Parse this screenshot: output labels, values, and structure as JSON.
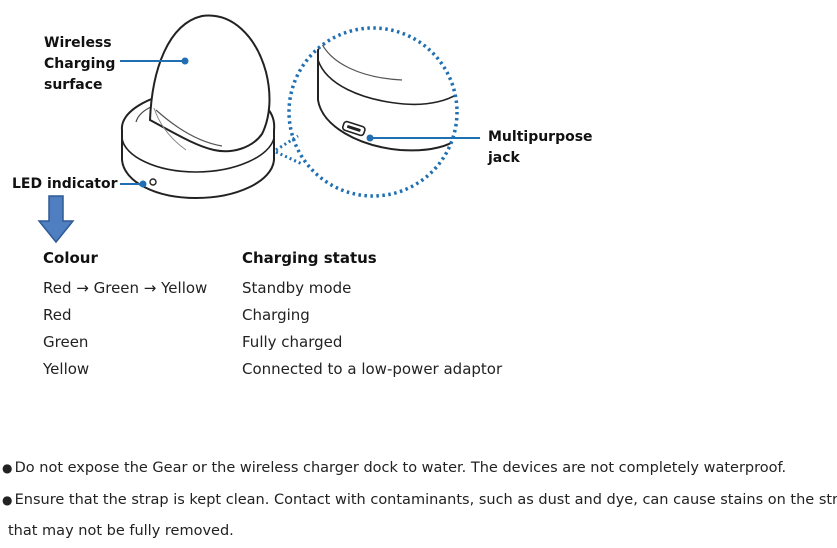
{
  "callouts": {
    "wireless_charging_surface": [
      "Wireless",
      "Charging",
      "surface"
    ],
    "led_indicator": "LED indicator",
    "multipurpose_jack": [
      "Multipurpose",
      "jack"
    ]
  },
  "table": {
    "headers": [
      "Colour",
      "Charging status"
    ],
    "rows": [
      [
        "Red → Green → Yellow",
        "Standby mode"
      ],
      [
        "Red",
        "Charging"
      ],
      [
        "Green",
        "Fully charged"
      ],
      [
        "Yellow",
        "Connected to a low-power adaptor"
      ]
    ]
  },
  "notes": [
    "Do not expose the Gear or the wireless charger dock to water. The devices are not completely waterproof.",
    "Ensure that the strap is kept clean. Contact with contaminants, such as dust and dye, can cause stains on the strap",
    "that may not be fully removed."
  ],
  "colors": {
    "callout_line": "#1f6fb2",
    "zoom_dots": "#1f6fb2",
    "arrow_fill": "#4f7fc0",
    "arrow_stroke": "#2e5a96",
    "drawing_stroke": "#222222"
  },
  "icons": {
    "down_arrow": "down-arrow-icon"
  }
}
